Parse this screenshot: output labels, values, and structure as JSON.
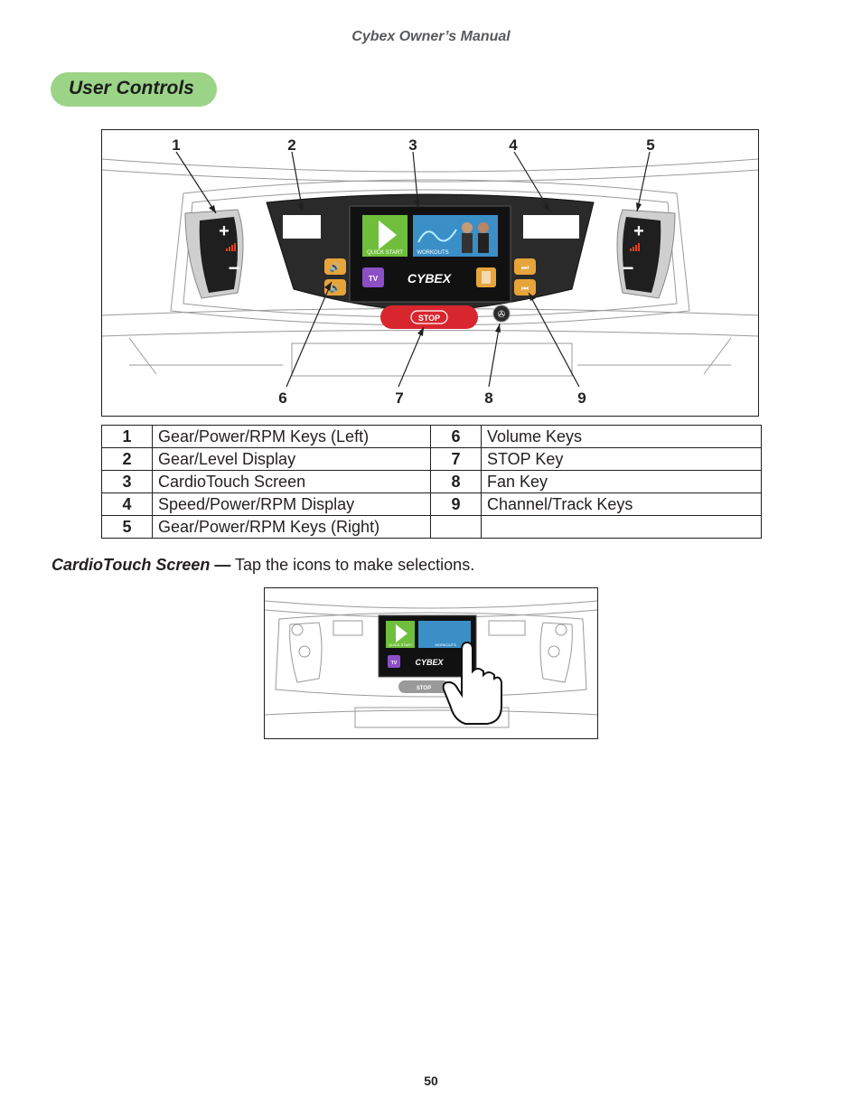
{
  "header": {
    "title": "Cybex Owner’s Manual"
  },
  "section": {
    "title": "User Controls"
  },
  "figure1": {
    "callouts_top": [
      "1",
      "2",
      "3",
      "4",
      "5"
    ],
    "callouts_bottom": [
      "6",
      "7",
      "8",
      "9"
    ],
    "screen": {
      "quick_start": "QUICK START",
      "workouts": "WORKOUTS",
      "tv": "TV",
      "brand": "CYBEX",
      "stop": "STOP"
    }
  },
  "legend": {
    "rows": [
      {
        "n1": "1",
        "t1": "Gear/Power/RPM Keys (Left)",
        "n2": "6",
        "t2": "Volume Keys"
      },
      {
        "n1": "2",
        "t1": "Gear/Level Display",
        "n2": "7",
        "t2": "STOP Key"
      },
      {
        "n1": "3",
        "t1": "CardioTouch Screen",
        "n2": "8",
        "t2": "Fan Key"
      },
      {
        "n1": "4",
        "t1": "Speed/Power/RPM Display",
        "n2": "9",
        "t2": "Channel/Track Keys"
      },
      {
        "n1": "5",
        "t1": "Gear/Power/RPM Keys (Right)",
        "n2": "",
        "t2": ""
      }
    ]
  },
  "caption": {
    "bold": "CardioTouch Screen —",
    "text": " Tap the icons to make selections."
  },
  "figure2": {
    "quick_start": "QUICK START",
    "workouts": "WORKOUTS",
    "tv": "TV",
    "brand": "CYBEX",
    "stop": "STOP"
  },
  "page_number": "50"
}
